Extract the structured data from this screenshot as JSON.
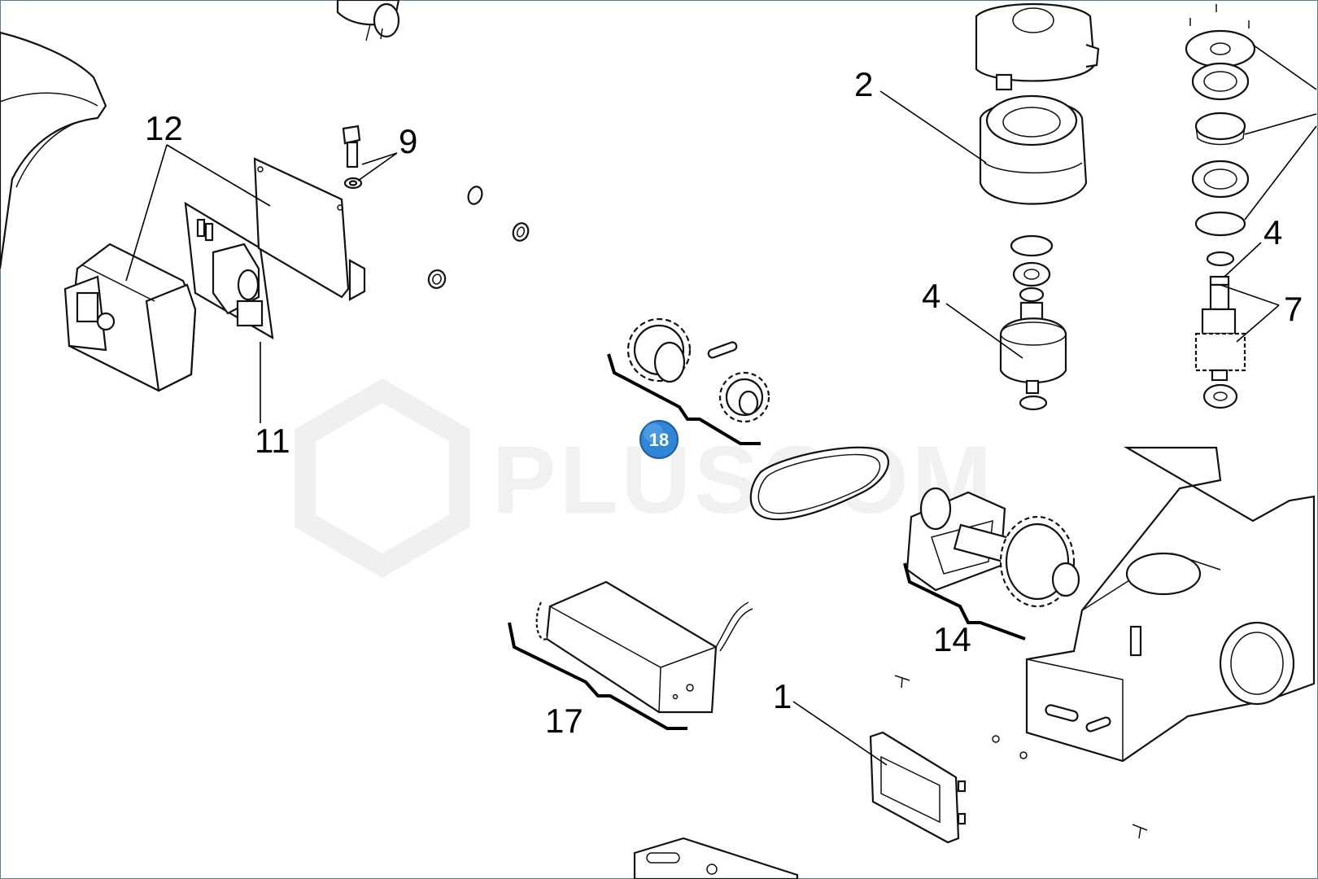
{
  "watermark": {
    "text": "PLUSCOM"
  },
  "badge": {
    "label": "18",
    "color": "#2f86d6"
  },
  "callouts": {
    "c1": "1",
    "c2": "2",
    "c4a": "4",
    "c4b": "4",
    "c7": "7",
    "c9": "9",
    "c11": "11",
    "c12": "12",
    "c14": "14",
    "c17": "17"
  },
  "colors": {
    "line": "#000000",
    "frame": "#5b7d8f",
    "watermark": "#f1f1f1"
  }
}
